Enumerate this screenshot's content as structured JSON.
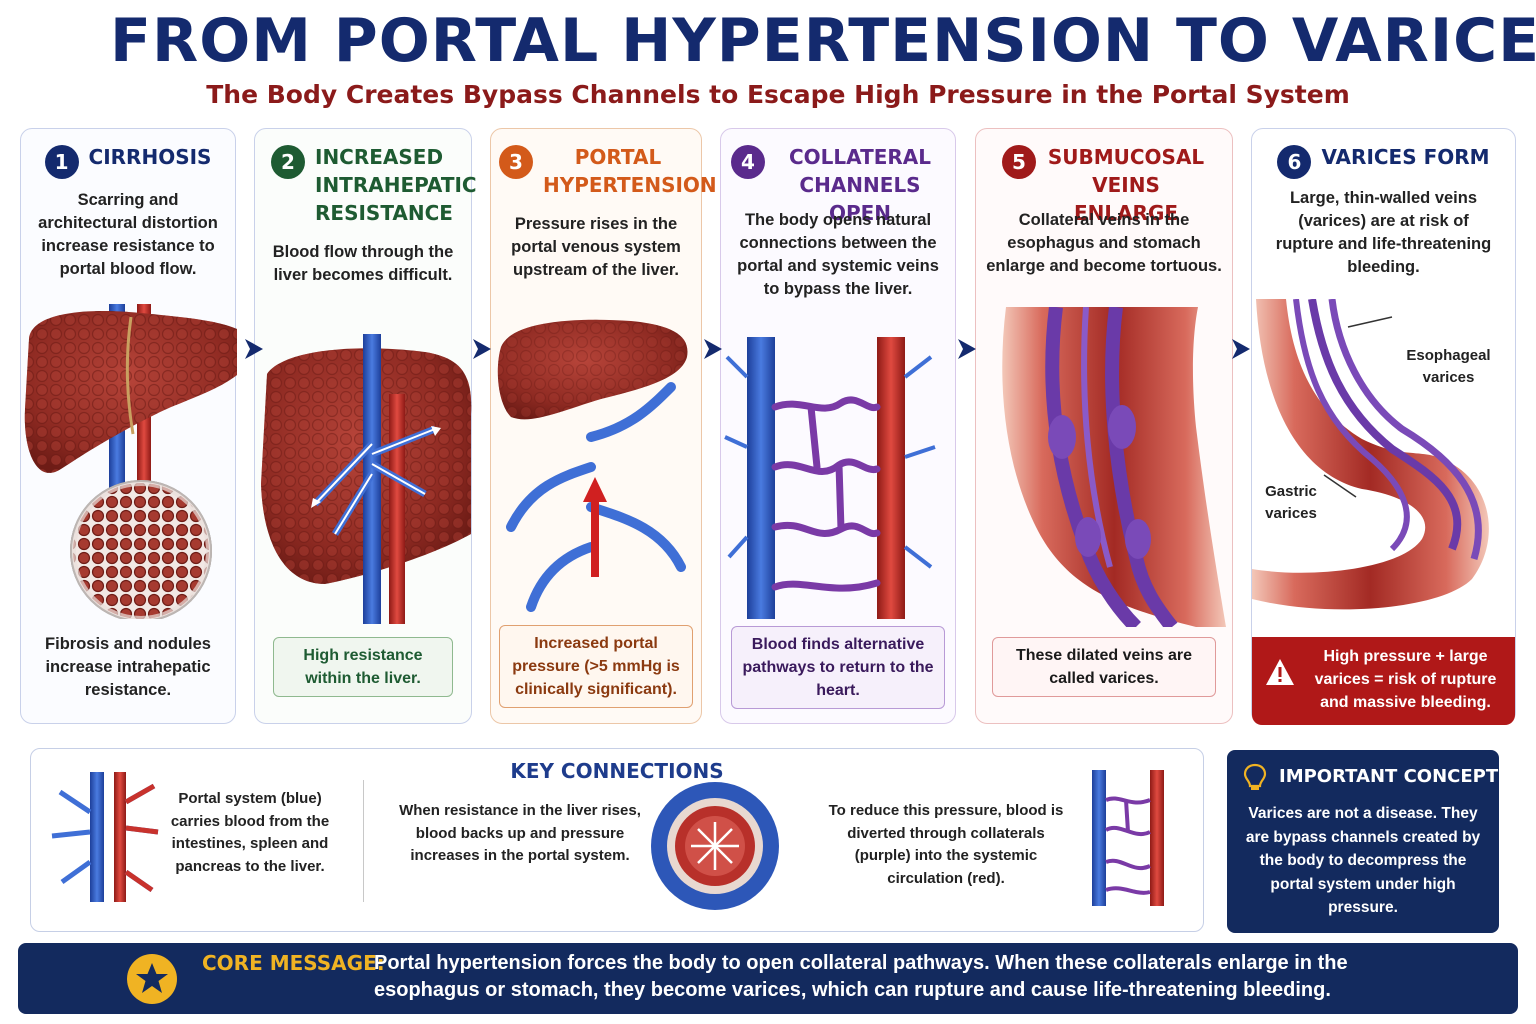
{
  "title": "FROM PORTAL HYPERTENSION TO VARICES",
  "subtitle": "The Body Creates Bypass Channels to Escape High Pressure in the Portal System",
  "colors": {
    "navy": "#142a6e",
    "red": "#8b1a1a",
    "step1": "#142a6e",
    "step2": "#1e5b32",
    "step3": "#d35a1a",
    "step4": "#5a2a8c",
    "step5": "#a01a1a",
    "step6": "#142a6e",
    "portal_blue": "#2f5fc8",
    "systemic_red": "#c8322c",
    "collateral_purple": "#7a3aa6",
    "gold": "#f0b323"
  },
  "steps": [
    {
      "number": "1",
      "title": "CIRRHOSIS",
      "description": "Scarring and architectural distortion increase resistance to portal blood flow.",
      "note": "Fibrosis and nodules increase intrahepatic resistance."
    },
    {
      "number": "2",
      "title": "INCREASED INTRAHEPATIC RESISTANCE",
      "description": "Blood flow through the liver becomes difficult.",
      "note": "High resistance within the liver."
    },
    {
      "number": "3",
      "title": "PORTAL HYPERTENSION",
      "description": "Pressure rises in the portal venous system upstream of the liver.",
      "note": "Increased portal pressure (>5 mmHg is clinically significant)."
    },
    {
      "number": "4",
      "title": "COLLATERAL CHANNELS OPEN",
      "description": "The body opens natural connections between the portal and systemic veins to bypass the liver.",
      "note": "Blood finds alternative pathways to return to the heart."
    },
    {
      "number": "5",
      "title": "SUBMUCOSAL VEINS ENLARGE",
      "description": "Collateral veins in the esophagus and stomach enlarge and become tortuous.",
      "note": "These dilated veins are called varices."
    },
    {
      "number": "6",
      "title": "VARICES FORM",
      "description": "Large, thin-walled veins (varices) are at risk of rupture and life-threatening bleeding.",
      "note": "High pressure + large varices = risk of rupture and massive bleeding.",
      "label_esophageal": "Esophageal varices",
      "label_gastric": "Gastric varices"
    }
  ],
  "key_connections": {
    "title": "KEY CONNECTIONS",
    "items": [
      "Portal system (blue) carries blood from the intestines, spleen and pancreas to the liver.",
      "When resistance in the liver rises, blood backs up and pressure increases in the portal system.",
      "To reduce this pressure, blood is diverted through collaterals (purple) into the systemic circulation (red)."
    ]
  },
  "important_concept": {
    "title": "IMPORTANT CONCEPT",
    "text": "Varices are not a disease. They are bypass channels created by the body to decompress the portal system under high pressure.",
    "icon": "lightbulb-icon"
  },
  "core_message": {
    "label": "CORE MESSAGE:",
    "text": "Portal hypertension forces the body to open collateral pathways. When these collaterals enlarge in the esophagus or stomach, they become varices, which can rupture and cause life-threatening bleeding.",
    "icon": "star-icon"
  }
}
